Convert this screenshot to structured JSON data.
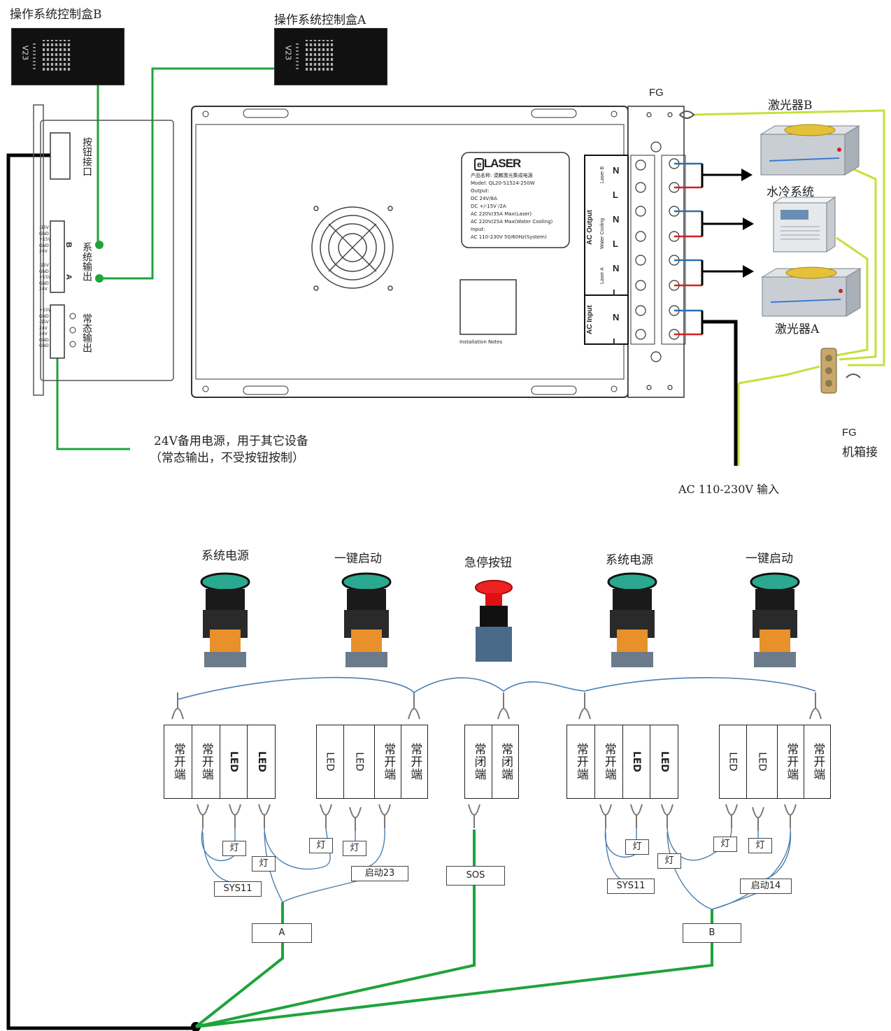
{
  "boxes": {
    "ctrl_b_label": "操作系统控制盒B",
    "ctrl_a_label": "操作系统控制盒A",
    "ctrl_mark": "V23"
  },
  "psu": {
    "button_port_label": "按钮接口",
    "sys_out_label": "系统输出",
    "normal_out_label": "常态输出",
    "pins_b": [
      "-15V",
      "GND",
      "+15V",
      "GND",
      "24V"
    ],
    "pins_a": [
      "-15V",
      "GND",
      "+15V",
      "GND",
      "24V"
    ],
    "pins_c": [
      "+15V",
      "GND",
      "-15V",
      "",
      "24V",
      "24V",
      "GND",
      "GND"
    ],
    "b_letter": "B",
    "a_letter": "A",
    "brand": "LASER",
    "spec_lines": [
      "产品名称: 谟麟激光集成电源",
      "Model: QL20-S1524-250W",
      "Output:",
      "DC 24V/8A",
      "DC +/-15V /2A",
      "AC 220V/35A Max(Laser)",
      "AC 220V/25A Max(Water Cooling)",
      "Input:",
      "AC 110-230V 50/60Hz(System)"
    ],
    "install_notes": "Installation Notes",
    "ac_output": "AC Output",
    "ac_input": "AC Input",
    "laser_b": "Laser B",
    "water_cooling": "Water Cooling",
    "laser_a": "Laser A",
    "n": "N",
    "l": "L"
  },
  "devices": {
    "fg_top": "FG",
    "laser_b": "激光器B",
    "water": "水冷系统",
    "laser_a": "激光器A",
    "fg_chassis_1": "FG",
    "fg_chassis_2": "机箱接",
    "ac_input_note": "AC 110-230V 输入",
    "backup_power_1": "24V备用电源，用于其它设备",
    "backup_power_2": "（常态输出，不受按钮按制）"
  },
  "buttons": [
    {
      "label": "系统电源"
    },
    {
      "label": "一键启动"
    },
    {
      "label": "急停按钮"
    },
    {
      "label": "系统电源"
    },
    {
      "label": "一键启动"
    }
  ],
  "terminals": {
    "no": "常开端",
    "nc": "常闭端",
    "led": "LED",
    "lamp": "灯",
    "sys11": "SYS11",
    "start23": "启动23",
    "sos": "SOS",
    "start14": "启动14",
    "a": "A",
    "b": "B"
  },
  "colors": {
    "green_wire": "#1fa33a",
    "black_wire": "#000000",
    "yellow_green_wire": "#c6e03a",
    "blue_wire": "#2a6fb5",
    "red_wire": "#d62020"
  }
}
